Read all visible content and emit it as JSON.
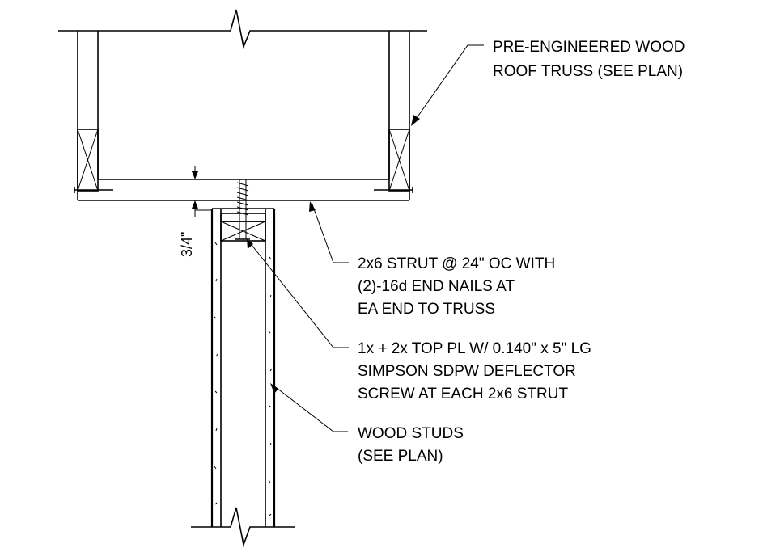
{
  "notes": {
    "truss": [
      "PRE-ENGINEERED WOOD",
      "ROOF TRUSS (SEE PLAN)"
    ],
    "strut": [
      "2x6 STRUT @ 24\" OC WITH",
      "(2)-16d END NAILS AT",
      "EA END TO TRUSS"
    ],
    "top_plate": [
      "1x + 2x TOP PL W/ 0.140\" x 5\" LG",
      "SIMPSON SDPW DEFLECTOR",
      "SCREW AT EACH 2x6 STRUT"
    ],
    "studs": [
      "WOOD STUDS",
      "(SEE PLAN)"
    ]
  },
  "dimension": {
    "gap": "3/4\""
  }
}
